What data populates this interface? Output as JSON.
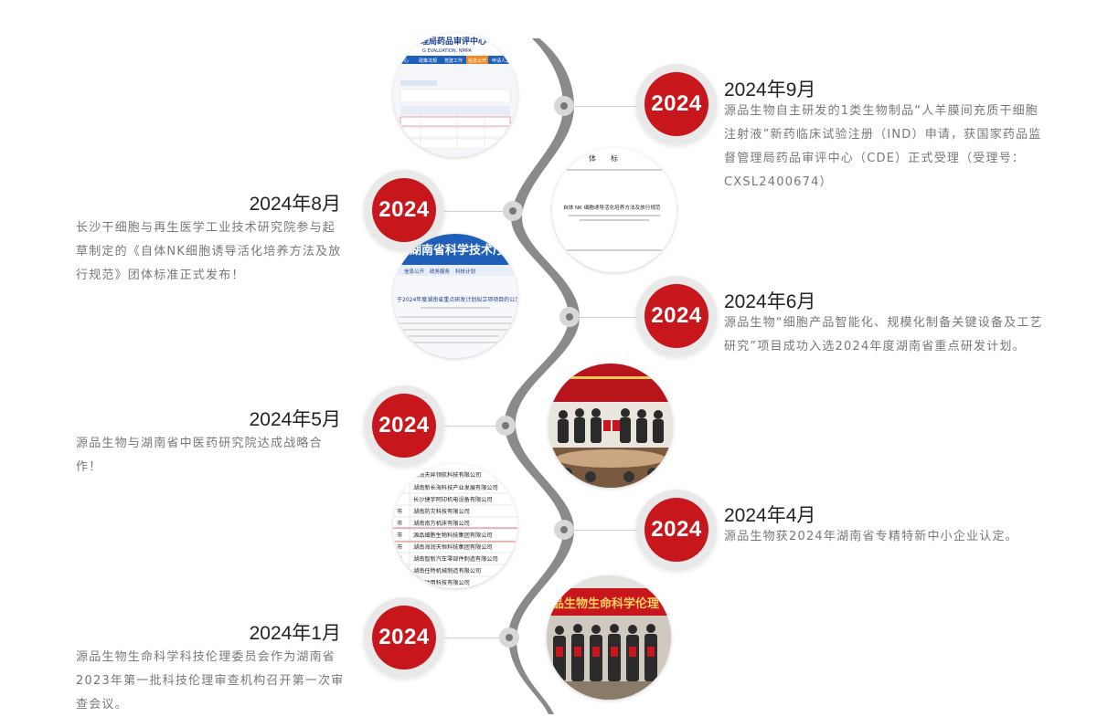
{
  "badge_label": "2024",
  "colors": {
    "badge": "#c8161d",
    "badge_ring": "#e9e9e9",
    "text_dark": "#222222",
    "text_muted": "#777777",
    "curve": "#8a8a8a"
  },
  "events": [
    {
      "date": "2024年9月",
      "description": "源品生物自主研发的1类生物制品“人羊膜间充质干细胞注射液”新药临床试验注册（IND）申请，获国家药品监督管理局药品审评中心（CDE）正式受理（受理号：CXSL2400674）"
    },
    {
      "date": "2024年8月",
      "description": "长沙干细胞与再生医学工业技术研究院参与起草制定的《自体NK细胞诱导活化培养方法及放行规范》团体标准正式发布！"
    },
    {
      "date": "2024年6月",
      "description": "源品生物“细胞产品智能化、规模化制备关键设备及工艺研究”项目成功入选2024年度湖南省重点研发计划。"
    },
    {
      "date": "2024年5月",
      "description": "源品生物与湖南省中医药研究院达成战略合作！"
    },
    {
      "date": "2024年4月",
      "description": "源品生物获2024年湖南省专精特新中小企业认定。"
    },
    {
      "date": "2024年1月",
      "description": "源品生物生命科学科技伦理委员会作为湖南省2023年第一批科技伦理审查机构召开第一次审查会议。"
    }
  ],
  "thumbnails": {
    "nmpa": {
      "header": "理局药品审评中心",
      "header_en": "G EVALUATION, NMPA",
      "nav": [
        "评中心",
        "政策法规",
        "党建工作",
        "信息公开",
        "申请人之"
      ]
    },
    "standard": {
      "heading": "体　　标",
      "title": "自体 NK 细胞诱导活化培养方法及放行规范"
    },
    "hunan": {
      "header": "湖南省科学技术厅",
      "nav": [
        "信息公开",
        "政务服务",
        "科技计划"
      ],
      "notice": "于2024年度湖南省重点研发计划拟立项项目的公示"
    },
    "company_list": {
      "rows": [
        "湖南天异领航科技有限公司",
        "湖南新长海科技产业发展有限公司",
        "长沙捷宇阿印机电设备有限公司",
        "湖南防灾科技有限公司",
        "湖南南方机床有限公司",
        "源品细胞生物科技集团有限公司",
        "湖南海润天恒科技集团有限公司",
        "湖南智新汽车零部件制造有限公司",
        "湖南任特机械制造有限公司",
        "湖南致用科技有限公司"
      ],
      "prefix": "市"
    },
    "ethics_banner": "品生物生命科学伦理"
  }
}
